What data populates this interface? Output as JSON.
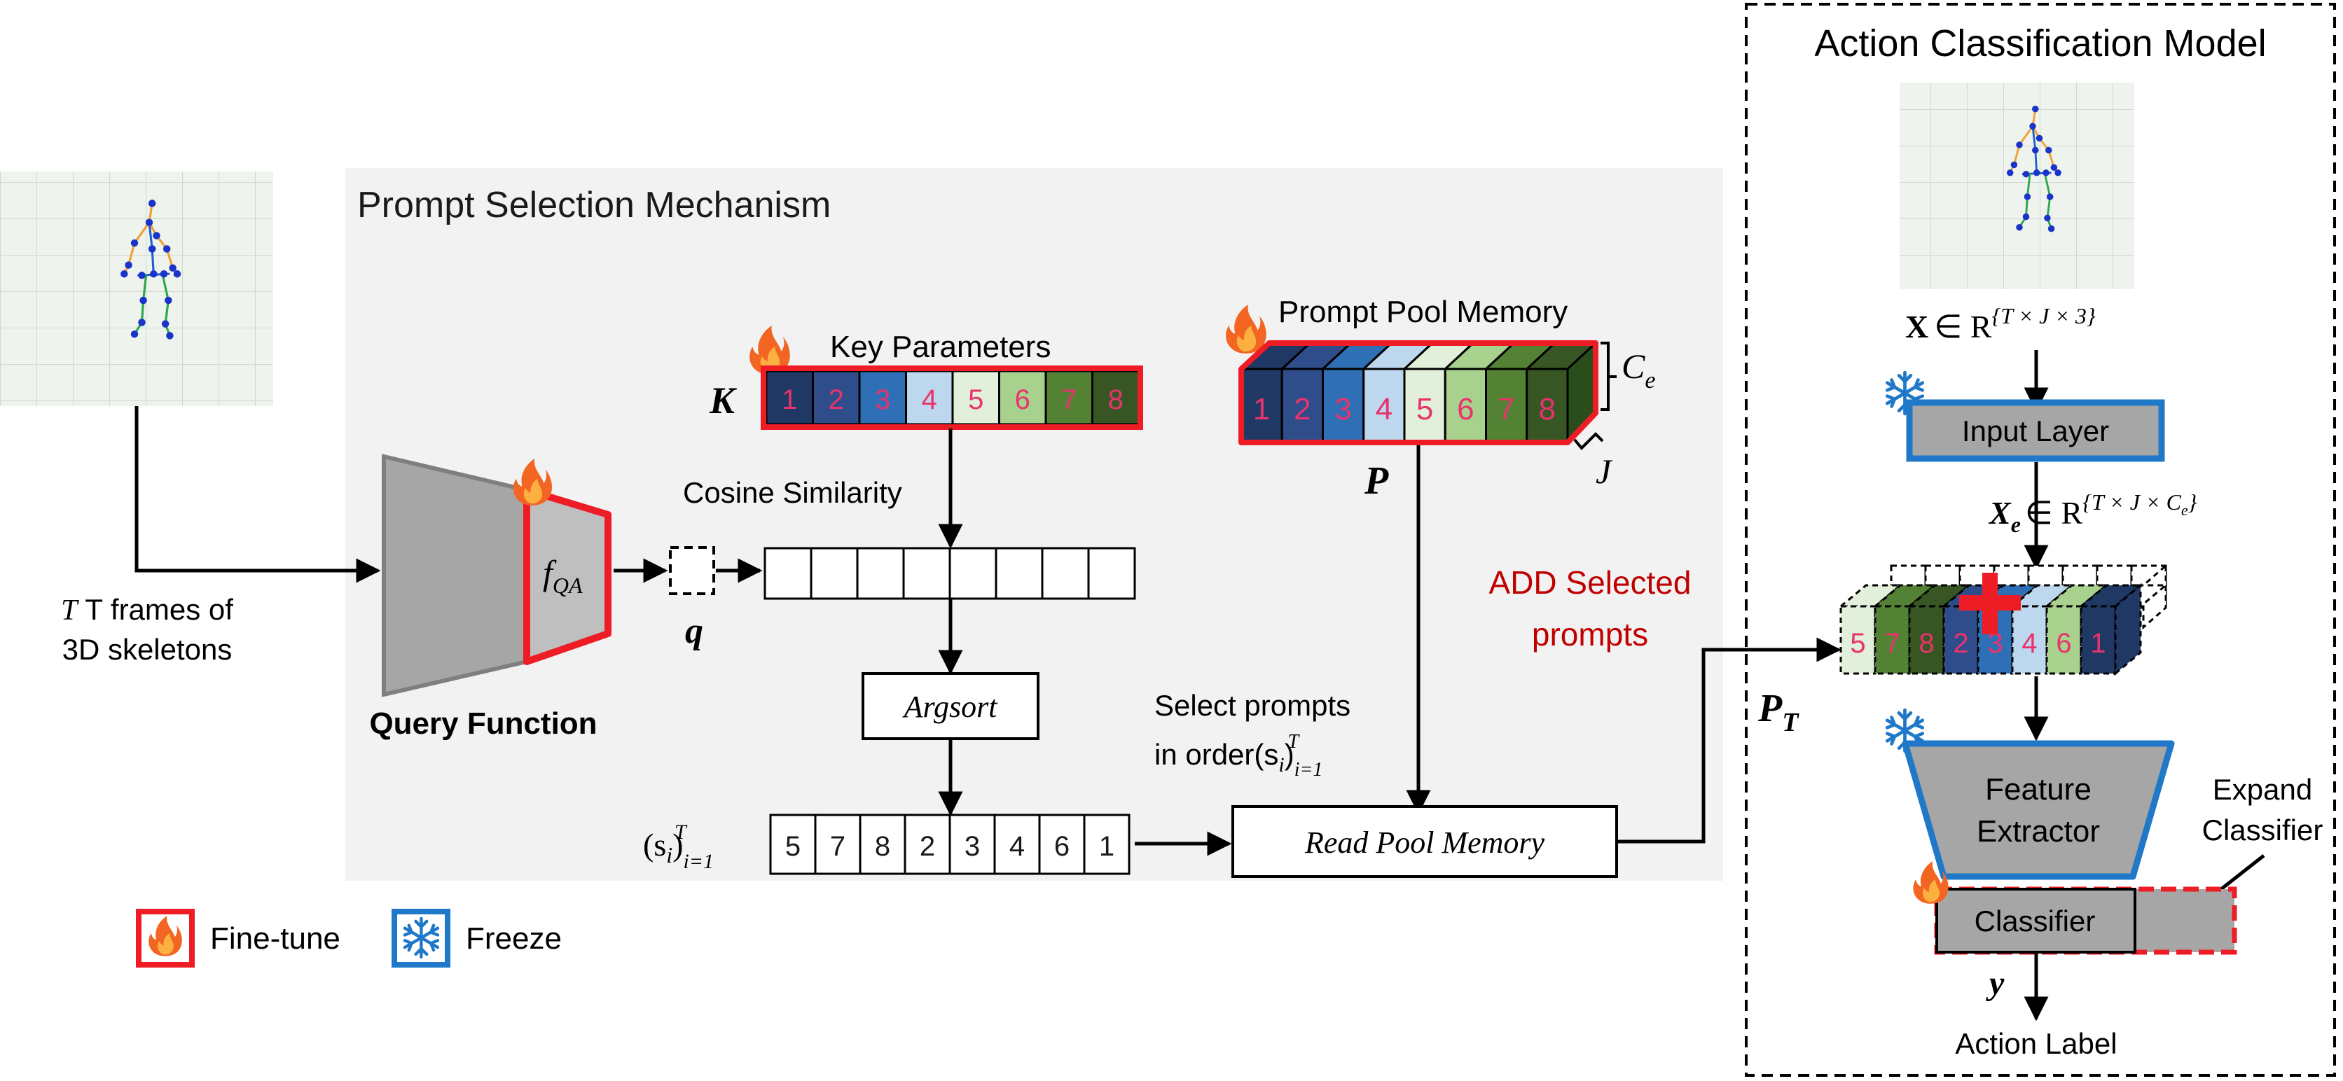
{
  "prompt_selection": {
    "title": "Prompt Selection Mechanism"
  },
  "input": {
    "caption_line1": "T frames of",
    "caption_line2": "3D skeletons",
    "caption_T": "T"
  },
  "query_function": {
    "label": "Query Function",
    "symbol": "f",
    "symbol_sub": "QA",
    "query_symbol": "q"
  },
  "key_parameters": {
    "label": "Key Parameters",
    "symbol": "K",
    "cells": [
      "1",
      "2",
      "3",
      "4",
      "5",
      "6",
      "7",
      "8"
    ]
  },
  "cosine": {
    "label": "Cosine Similarity"
  },
  "argsort": {
    "label": "Argsort"
  },
  "order": {
    "symbol": "(s",
    "symbol_i": "i",
    "symbol_close": ")",
    "sub": "i=1",
    "sup": "T",
    "cells": [
      "5",
      "7",
      "8",
      "2",
      "3",
      "4",
      "6",
      "1"
    ]
  },
  "select_text": {
    "line1": "Select prompts",
    "line2": "in order(s",
    "line2_i": "i",
    "line2_close": ")",
    "sub": "i=1",
    "sup": "T"
  },
  "prompt_pool": {
    "label": "Prompt Pool Memory",
    "symbol": "P",
    "cells": [
      "1",
      "2",
      "3",
      "4",
      "5",
      "6",
      "7",
      "8"
    ],
    "ce_symbol": "C",
    "ce_sub": "e",
    "j_symbol": "J"
  },
  "read_pool": {
    "label": "Read Pool Memory"
  },
  "add_selected": {
    "line1": "ADD Selected",
    "line2": "prompts"
  },
  "action_model": {
    "title": "Action Classification Model",
    "x_symbol": "X",
    "x_in": "∈ R",
    "x_sup": "{T × J × 3}",
    "input_layer": "Input Layer",
    "xe_symbol": "X",
    "xe_sub": "e",
    "xe_in": "∈ R",
    "xe_sup": "{T × J × C",
    "xe_sup_sub": "e",
    "xe_sup_close": "}",
    "pt_symbol": "P",
    "pt_sub": "T",
    "pt_cells": [
      "5",
      "7",
      "8",
      "2",
      "3",
      "4",
      "6",
      "1"
    ],
    "feature_line1": "Feature",
    "feature_line2": "Extractor",
    "expand_line1": "Expand",
    "expand_line2": "Classifier",
    "classifier": "Classifier",
    "y_symbol": "y",
    "action_label": "Action Label"
  },
  "legend": {
    "finetune": "Fine-tune",
    "freeze": "Freeze"
  },
  "colors": {
    "red": "#ee1c25",
    "blue": "#1f78c8",
    "pink_text": "#e8336d",
    "panel_bg": "#f2f2f2",
    "gray_box": "#a6a6a6",
    "dark_red_text": "#c00000",
    "palette": [
      "#1f3864",
      "#2e4d8a",
      "#2f6fb5",
      "#bdd7ee",
      "#e2efda",
      "#a9d18e",
      "#548235",
      "#375623"
    ]
  },
  "icons": [
    "fire-icon",
    "snowflake-icon",
    "skeleton-figure"
  ]
}
